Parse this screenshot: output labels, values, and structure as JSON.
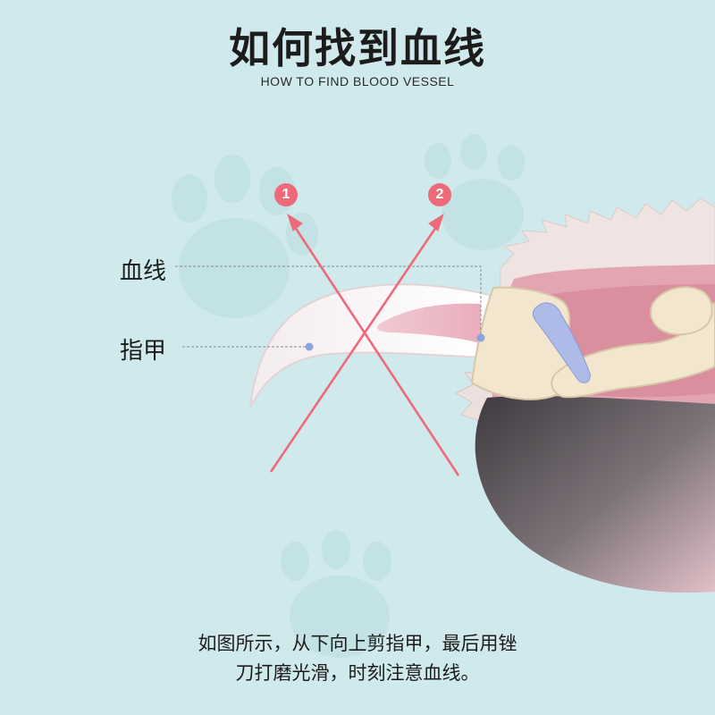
{
  "title": "如何找到血线",
  "subtitle": "HOW TO FIND BLOOD VESSEL",
  "labels": {
    "blood_vessel": "血线",
    "nail": "指甲"
  },
  "markers": {
    "one": "1",
    "two": "2"
  },
  "caption": {
    "line1": "如图所示，从下向上剪指甲，最后用锉",
    "line2": "刀打磨光滑，时刻注意血线。"
  },
  "colors": {
    "background": "#cfe9ec",
    "accent": "#ee6a79",
    "dot": "#8da4e0"
  }
}
